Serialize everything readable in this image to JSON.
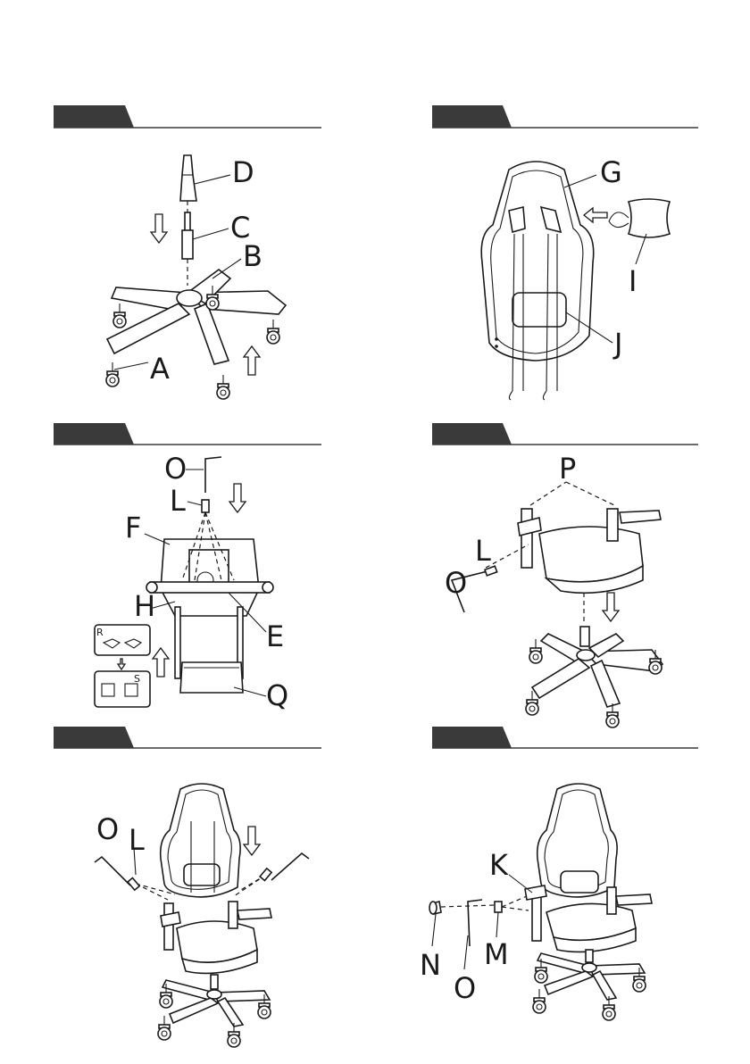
{
  "steps": [
    {
      "id": "step-1",
      "labels": {
        "D": "D",
        "C": "C",
        "B": "B",
        "A": "A"
      }
    },
    {
      "id": "step-2",
      "labels": {
        "G": "G",
        "I": "I",
        "J": "J"
      }
    },
    {
      "id": "step-3",
      "labels": {
        "O": "O",
        "L": "L",
        "F": "F",
        "H": "H",
        "E": "E",
        "Q": "Q",
        "R": "R",
        "S": "S"
      }
    },
    {
      "id": "step-4",
      "labels": {
        "P": "P",
        "L": "L",
        "O": "O"
      }
    },
    {
      "id": "step-5",
      "labels": {
        "O": "O",
        "L": "L"
      }
    },
    {
      "id": "step-6",
      "labels": {
        "K": "K",
        "N": "N",
        "O": "O",
        "M": "M"
      }
    }
  ],
  "colors": {
    "ink": "#1a1a1a",
    "header": "#3a3a3a",
    "paper": "#ffffff"
  }
}
